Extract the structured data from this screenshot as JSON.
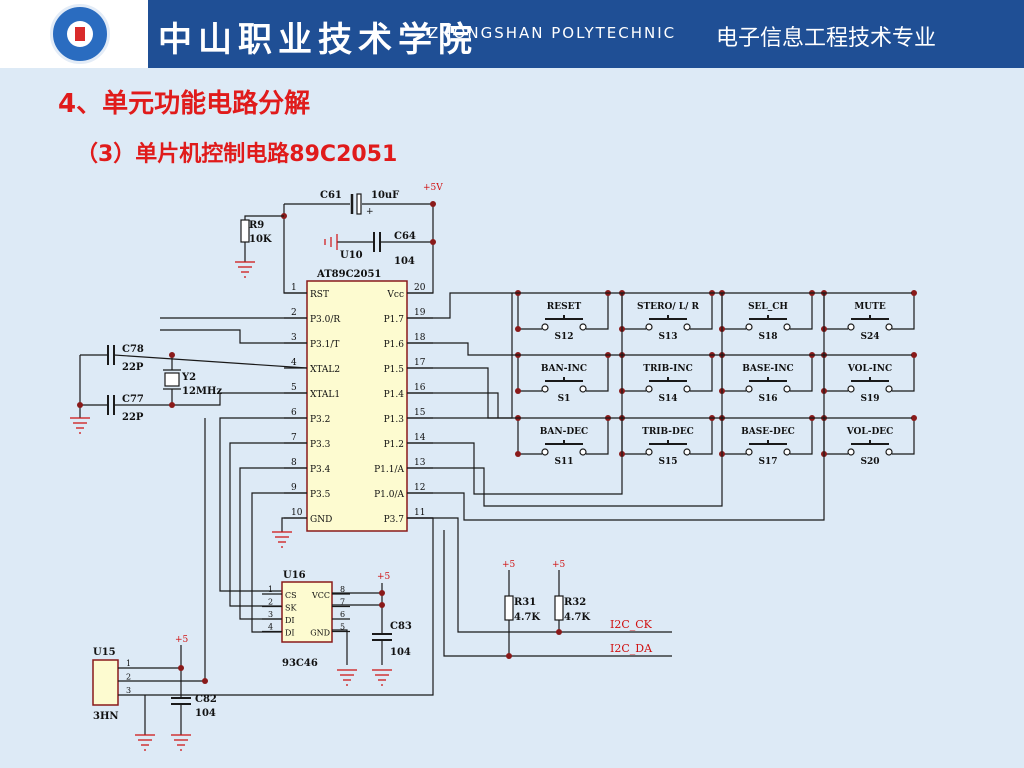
{
  "header": {
    "school_cn": "中山职业技术学院",
    "school_en": "ZHONGSHAN POLYTECHNIC",
    "department": "电子信息工程技术专业",
    "logo_icon": "school-emblem-icon"
  },
  "slide": {
    "title": "4、单元功能电路分解",
    "subtitle": "（3）单片机控制电路89C2051"
  },
  "diagram": {
    "power_label": "+5V",
    "mcu": {
      "part": "AT89C2051",
      "ref": "U10",
      "left_pins": [
        {
          "num": "1",
          "name": "RST"
        },
        {
          "num": "2",
          "name": "P3.0/R"
        },
        {
          "num": "3",
          "name": "P3.1/T"
        },
        {
          "num": "4",
          "name": "XTAL2"
        },
        {
          "num": "5",
          "name": "XTAL1"
        },
        {
          "num": "6",
          "name": "P3.2"
        },
        {
          "num": "7",
          "name": "P3.3"
        },
        {
          "num": "8",
          "name": "P3.4"
        },
        {
          "num": "9",
          "name": "P3.5"
        },
        {
          "num": "10",
          "name": "GND"
        }
      ],
      "right_pins": [
        {
          "num": "20",
          "name": "Vcc"
        },
        {
          "num": "19",
          "name": "P1.7"
        },
        {
          "num": "18",
          "name": "P1.6"
        },
        {
          "num": "17",
          "name": "P1.5"
        },
        {
          "num": "16",
          "name": "P1.4"
        },
        {
          "num": "15",
          "name": "P1.3"
        },
        {
          "num": "14",
          "name": "P1.2"
        },
        {
          "num": "13",
          "name": "P1.1/A"
        },
        {
          "num": "12",
          "name": "P1.0/A"
        },
        {
          "num": "11",
          "name": "P3.7"
        }
      ]
    },
    "components": {
      "c61_ref": "C61",
      "c61_val": "10uF",
      "c64_ref": "C64",
      "c64_val": "104",
      "r9_ref": "R9",
      "r9_val": "10K",
      "c78_ref": "C78",
      "c78_val": "22P",
      "c77_ref": "C77",
      "c77_val": "22P",
      "y2_ref": "Y2",
      "y2_val": "12MHz",
      "plus_sign": "+"
    },
    "switch_rows": [
      [
        {
          "name": "RESET",
          "ref": "S12"
        },
        {
          "name": "STERO/ L/ R",
          "ref": "S13"
        },
        {
          "name": "SEL_CH",
          "ref": "S18"
        },
        {
          "name": "MUTE",
          "ref": "S24"
        }
      ],
      [
        {
          "name": "BAN-INC",
          "ref": "S1"
        },
        {
          "name": "TRIB-INC",
          "ref": "S14"
        },
        {
          "name": "BASE-INC",
          "ref": "S16"
        },
        {
          "name": "VOL-INC",
          "ref": "S19"
        }
      ],
      [
        {
          "name": "BAN-DEC",
          "ref": "S11"
        },
        {
          "name": "TRIB-DEC",
          "ref": "S15"
        },
        {
          "name": "BASE-DEC",
          "ref": "S17"
        },
        {
          "name": "VOL-DEC",
          "ref": "S20"
        }
      ]
    ],
    "eeprom": {
      "ref": "U16",
      "part": "93C46",
      "left_pins": [
        {
          "num": "1",
          "name": "CS"
        },
        {
          "num": "2",
          "name": "SK"
        },
        {
          "num": "3",
          "name": "DI"
        },
        {
          "num": "4",
          "name": "DI"
        }
      ],
      "right_pins": [
        {
          "num": "8",
          "name": "VCC"
        },
        {
          "num": "7",
          "name": ""
        },
        {
          "num": "6",
          "name": ""
        },
        {
          "num": "5",
          "name": "GND"
        }
      ],
      "vcc_label": "+5",
      "cap_ref": "C83",
      "cap_val": "104"
    },
    "i2c": {
      "r31_ref": "R31",
      "r31_val": "4.7K",
      "r32_ref": "R32",
      "r32_val": "4.7K",
      "plus5_a": "+5",
      "plus5_b": "+5",
      "ck_label": "I2C_CK",
      "da_label": "I2C_DA"
    },
    "connector": {
      "ref": "U15",
      "part": "3HN",
      "pins": [
        "1",
        "2",
        "3"
      ],
      "vcc_label": "+5",
      "cap_ref": "C82",
      "cap_val": "104"
    }
  }
}
